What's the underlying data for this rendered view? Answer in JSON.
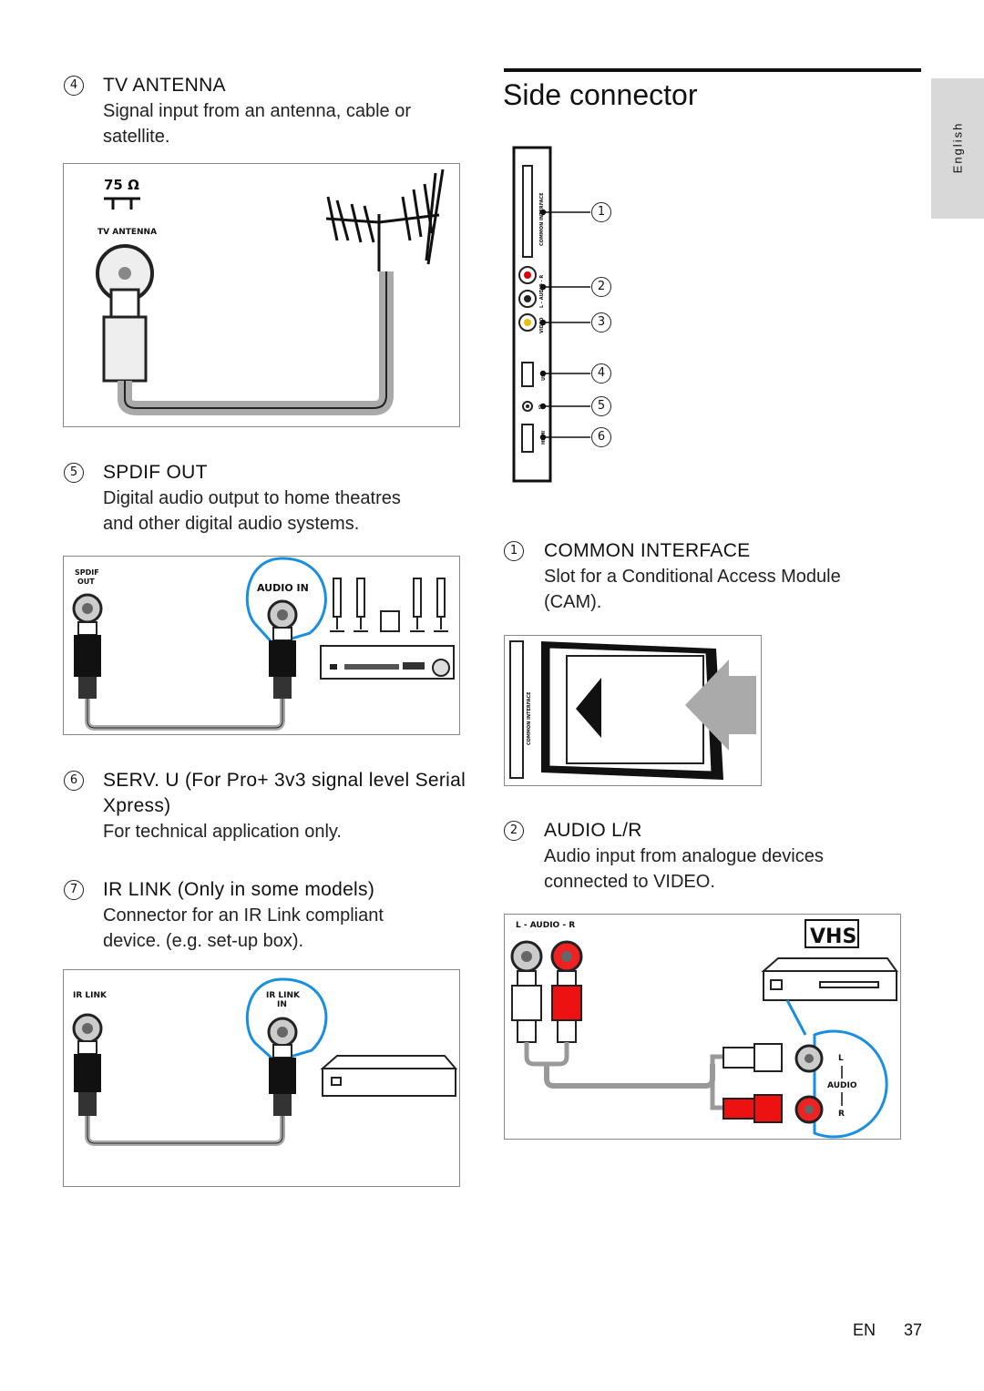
{
  "left": {
    "antenna": {
      "num": "4",
      "title": "TV ANTENNA",
      "desc_line1": "Signal input from an antenna, cable or",
      "desc_line2": "satellite.",
      "fig_label_ohm": "75 Ω",
      "fig_label": "TV ANTENNA"
    },
    "spdif": {
      "num": "5",
      "title": "SPDIF OUT",
      "desc_line1": "Digital audio output to home theatres",
      "desc_line2": "and other digital audio systems.",
      "fig_label_out": "SPDIF\nOUT",
      "fig_label_out_1": "SPDIF",
      "fig_label_out_2": "OUT",
      "fig_label_in": "AUDIO IN"
    },
    "serv": {
      "num": "6",
      "title_line1": "SERV. U (For Pro+ 3v3 signal level Serial",
      "title_line2": "Xpress)",
      "desc": "For technical application only."
    },
    "irlink": {
      "num": "7",
      "title": "IR LINK (Only in some models)",
      "desc_line1": "Connector for an IR Link compliant",
      "desc_line2": "device. (e.g. set-up box).",
      "fig_label_out": "IR LINK",
      "fig_label_in_1": "IR LINK",
      "fig_label_in_2": "IN"
    }
  },
  "right": {
    "title": "Side connector",
    "panel_labels": {
      "ci": "COMMON INTERFACE",
      "audio": "L - AUDIO - R",
      "video": "VIDEO",
      "usb": "USB",
      "hdmi": "HDMI",
      "headphone": "Ω"
    },
    "callouts": [
      "1",
      "2",
      "3",
      "4",
      "5",
      "6"
    ],
    "ci": {
      "num": "1",
      "title": "COMMON INTERFACE",
      "desc_line1": "Slot for a Conditional Access Module",
      "desc_line2": "(CAM).",
      "fig_label": "COMMON INTERFACE"
    },
    "audio": {
      "num": "2",
      "title": "AUDIO L/R",
      "desc_line1": "Audio input from analogue devices",
      "desc_prefix": "connected to ",
      "desc_emph": "VIDEO",
      "desc_suffix": ".",
      "fig_label": "L - AUDIO - R",
      "fig_vhs": "VHS",
      "fig_l": "L",
      "fig_audio": "AUDIO",
      "fig_r": "R"
    }
  },
  "side_tab": "English",
  "footer": {
    "lang": "EN",
    "page": "37"
  }
}
